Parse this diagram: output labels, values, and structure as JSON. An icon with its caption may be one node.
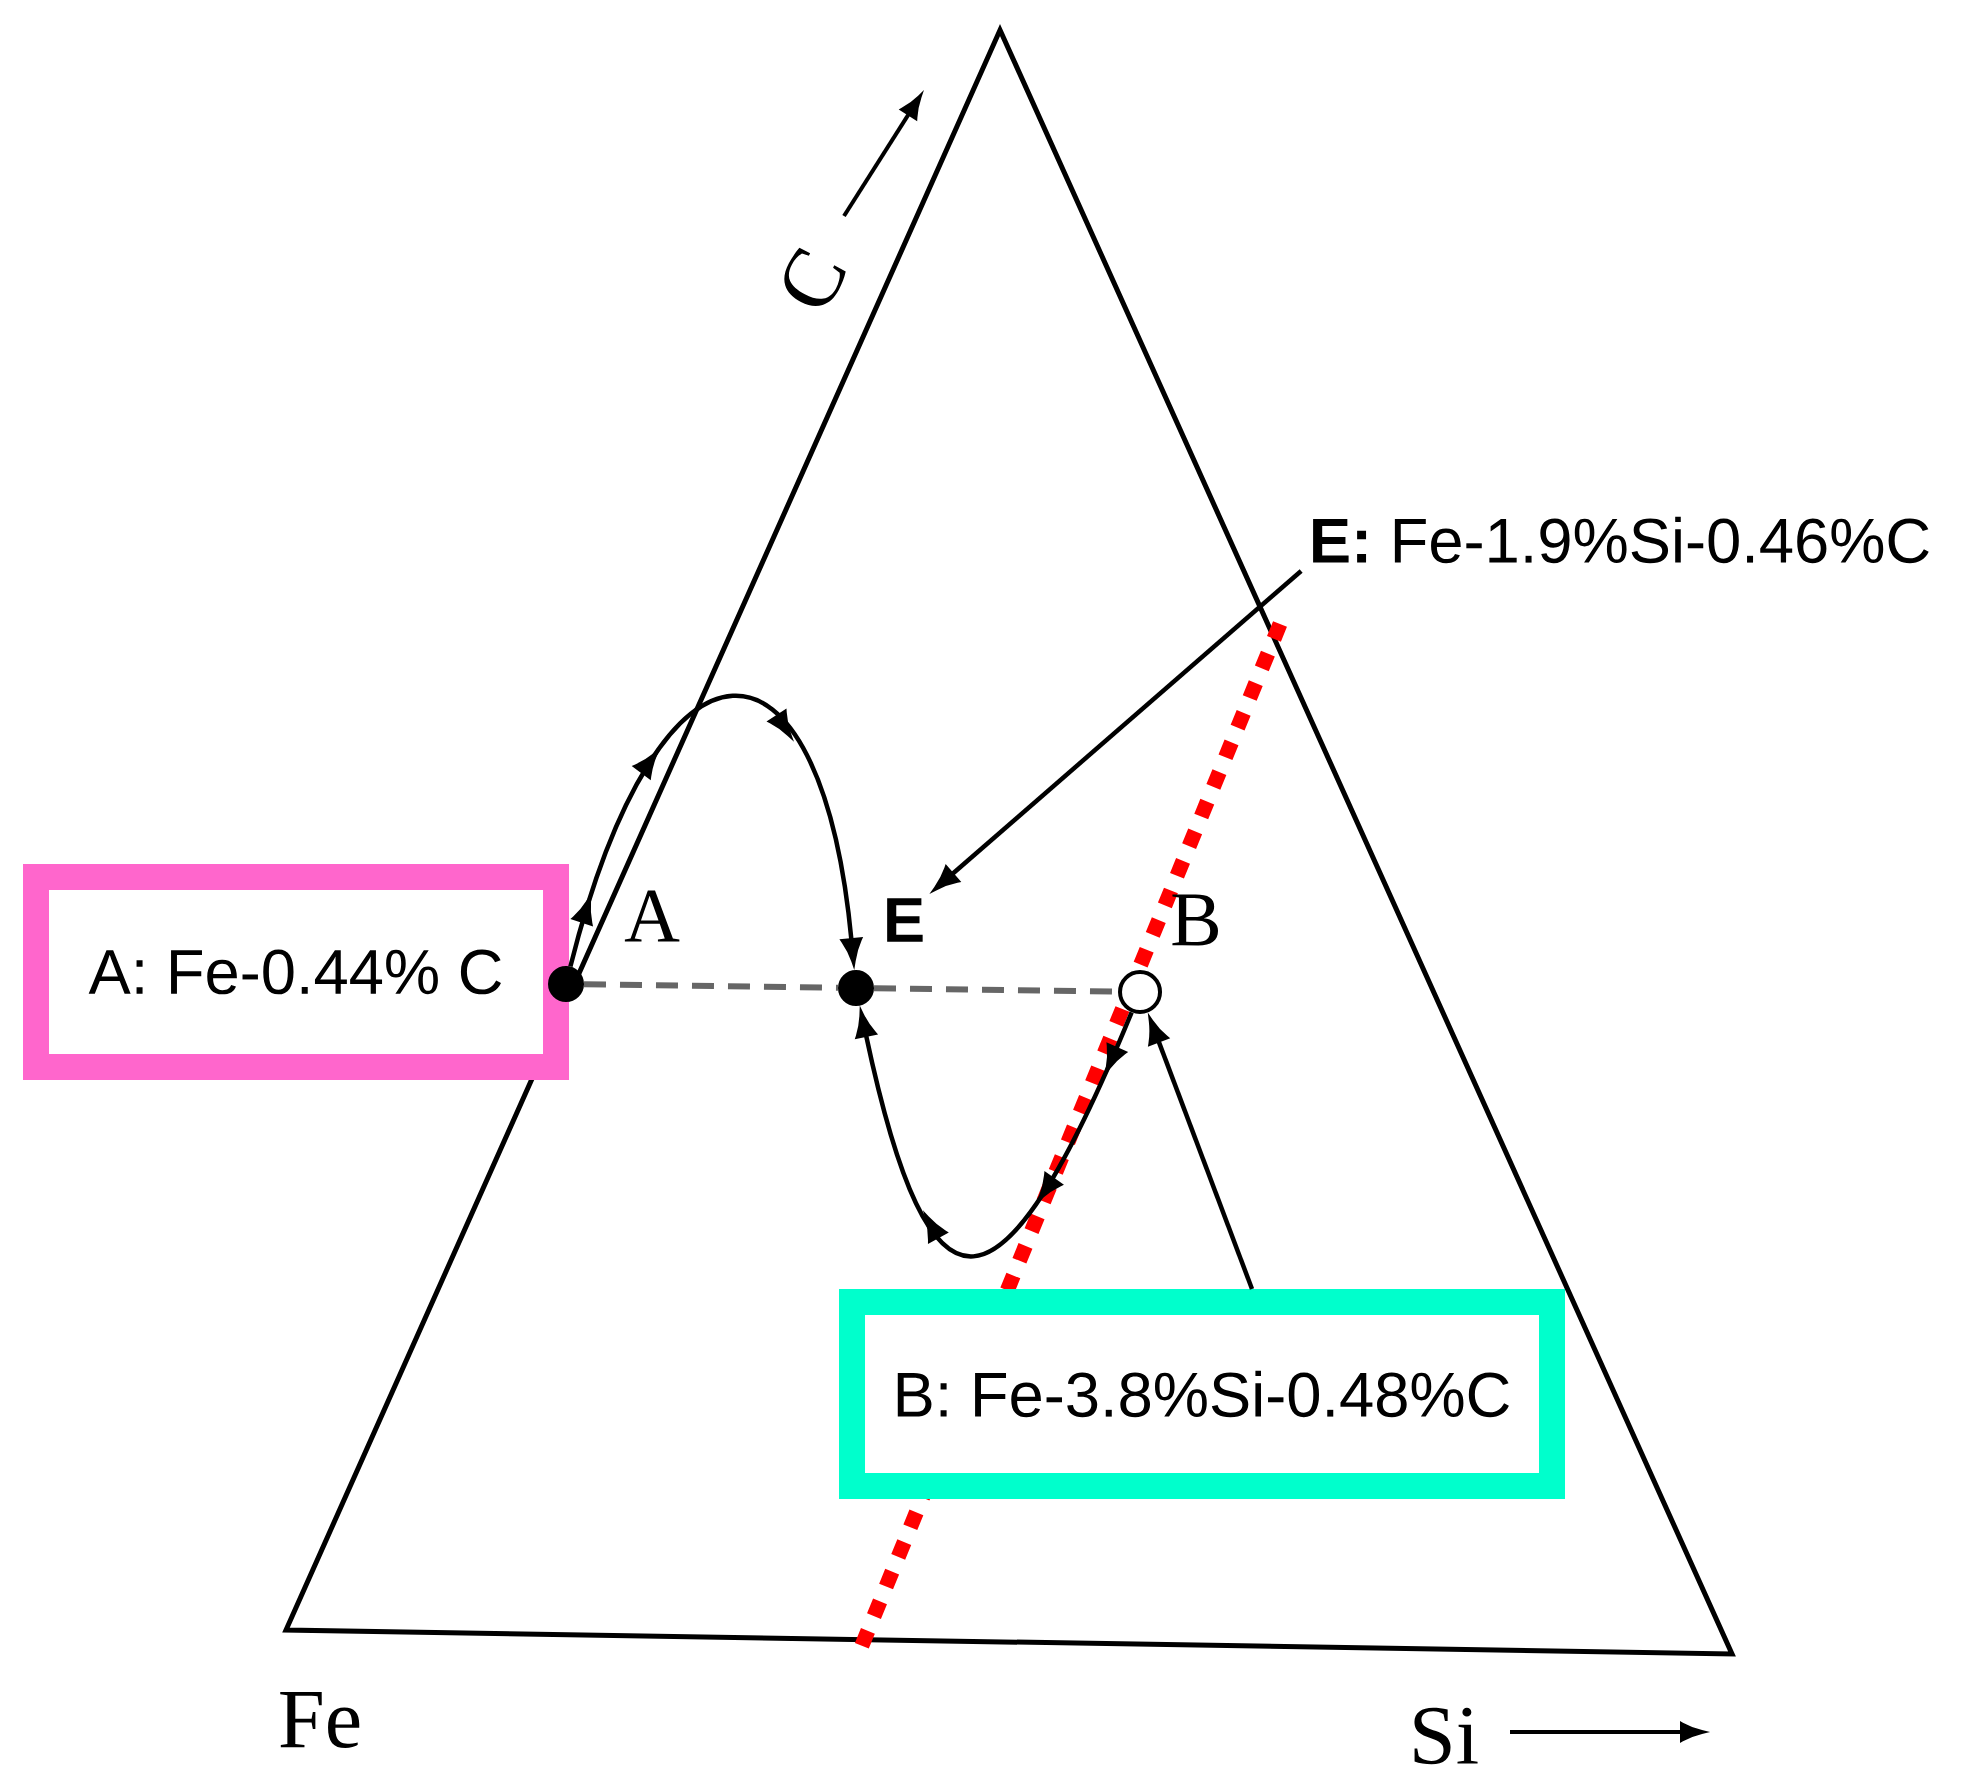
{
  "diagram": {
    "nodes": [
      {
        "text": [
          "A: Fe-0.44% C"
        ]
      },
      {
        "text": [
          "**E:** Fe-1.9%Si-0.46%C"
        ]
      },
      {
        "text": [
          "B: Fe-3.8%Si-0.48%C"
        ]
      },
      {
        "text": [],
        "shape": "circle",
        "beside": [
          "A"
        ]
      },
      {
        "text": [
          "E"
        ]
      },
      {
        "text": [],
        "shape": "circle"
      },
      {
        "text": [],
        "shape": "circle",
        "beside": [
          "B"
        ]
      }
    ],
    "edges": [
      {
        "from": 1,
        "to": 4,
        "arrow": "to"
      },
      {
        "from": 2,
        "to": 6,
        "arrow": "to"
      },
      {
        "from": 3,
        "to": 5,
        "arrow": "none",
        "style": "dashed",
        "color": "#666666"
      },
      {
        "from": 5,
        "to": 6,
        "arrow": "none",
        "style": "dashed",
        "color": "#666666"
      },
      {
        "from": 3,
        "to": 5,
        "arrow": "to"
      },
      {
        "from": 6,
        "to": 5,
        "arrow": "to"
      }
    ],
    "labels": [
      "C",
      "Fe",
      "Si"
    ]
  }
}
